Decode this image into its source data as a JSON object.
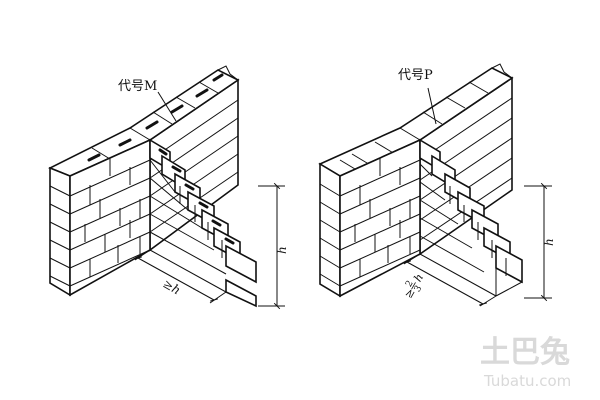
{
  "left_figure": {
    "code_label": "代号M",
    "dimension_h": "h",
    "dimension_min": "≥h"
  },
  "right_figure": {
    "code_label": "代号P",
    "dimension_h": "h",
    "dimension_min_prefix": "≥",
    "dimension_min_num": "2",
    "dimension_min_den": "3",
    "dimension_min_var": "h"
  },
  "watermark": {
    "brand_cn": "土巴兔",
    "brand_en": "Tubatu.com"
  }
}
